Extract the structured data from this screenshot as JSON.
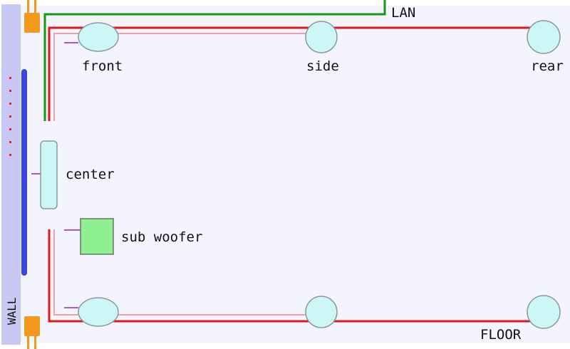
{
  "colors": {
    "room_fill": "#f4f4fe",
    "wall_fill": "#c8c8f4",
    "tv_bar": "#3b45e0",
    "speaker_fill": "#cdf6f6",
    "speaker_stroke": "#8a9aa0",
    "woofer_fill": "#8ff08f",
    "woofer_stroke": "#667766",
    "speaker_cable": "#e01818",
    "speaker_cable_light": "#f0a0a0",
    "lan_cable": "#119911",
    "outlet": "#f39a1e",
    "dots": "#ee2222",
    "stub": "#aa55cc"
  },
  "labels": {
    "lan": "LAN",
    "wall": "WALL",
    "floor": "FLOOR"
  },
  "speakers": {
    "front": "front",
    "side": "side",
    "rear": "rear",
    "center": "center",
    "sub_woofer": "sub woofer"
  }
}
